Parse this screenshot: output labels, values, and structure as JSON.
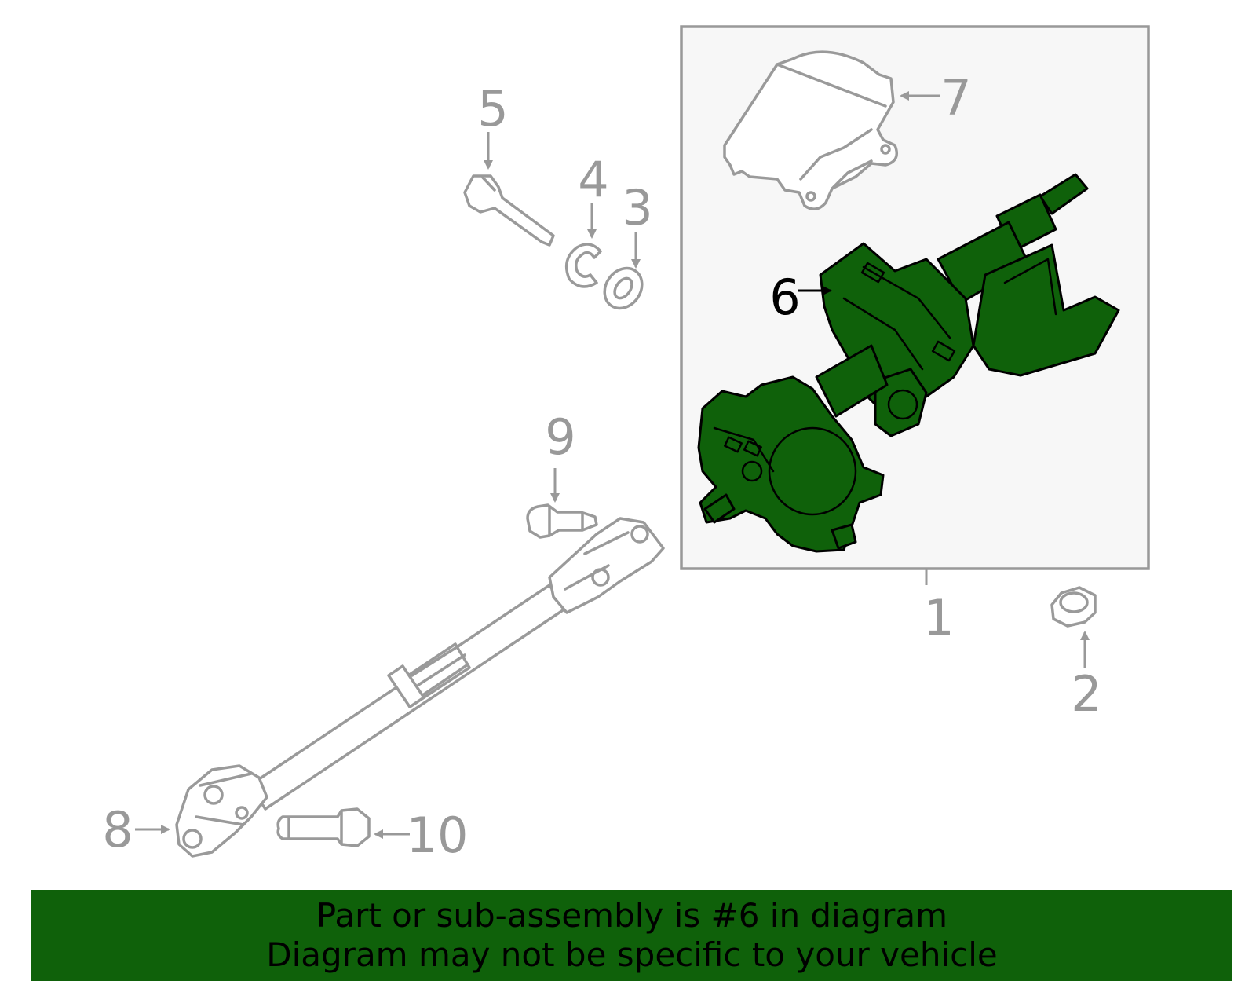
{
  "callouts": {
    "c1": "1",
    "c2": "2",
    "c3": "3",
    "c4": "4",
    "c5": "5",
    "c6": "6",
    "c7": "7",
    "c8": "8",
    "c9": "9",
    "c10": "10"
  },
  "highlighted_part": "6",
  "colors": {
    "highlight": "#0f610a",
    "part_outline": "#9a9a9a",
    "callout_text": "#999999",
    "box_background": "#f7f7f7"
  },
  "banner": {
    "line1": "Part or sub-assembly is #6 in diagram",
    "line2": "Diagram may not be specific to your vehicle"
  }
}
